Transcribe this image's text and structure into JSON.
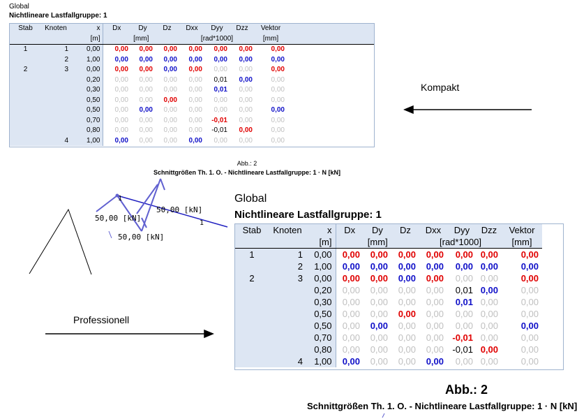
{
  "headers": {
    "row1": [
      "Stab",
      "Knoten",
      "x",
      "Dx",
      "Dy",
      "Dz",
      "Dxx",
      "Dyy",
      "Dzz",
      "Vektor"
    ],
    "row2_x_unit": "[m]",
    "row2_mm": "[mm]",
    "row2_rad": "[rad*1000]",
    "row2_mm2": "[mm]"
  },
  "compact": {
    "title": "Global",
    "subtitle": "Nichtlineare Lastfallgruppe: 1"
  },
  "professional": {
    "title": "Global",
    "subtitle": "Nichtlineare Lastfallgruppe: 1"
  },
  "rows": [
    {
      "stab": "1",
      "knoten": "1",
      "x": "0,00",
      "v": [
        [
          "0,00",
          "red"
        ],
        [
          "0,00",
          "red"
        ],
        [
          "0,00",
          "red"
        ],
        [
          "0,00",
          "red"
        ],
        [
          "0,00",
          "red"
        ],
        [
          "0,00",
          "red"
        ],
        [
          "0,00",
          "red"
        ]
      ]
    },
    {
      "stab": "",
      "knoten": "2",
      "x": "1,00",
      "v": [
        [
          "0,00",
          "blue"
        ],
        [
          "0,00",
          "blue"
        ],
        [
          "0,00",
          "blue"
        ],
        [
          "0,00",
          "blue"
        ],
        [
          "0,00",
          "blue"
        ],
        [
          "0,00",
          "blue"
        ],
        [
          "0,00",
          "blue"
        ]
      ]
    },
    {
      "stab": "2",
      "knoten": "3",
      "x": "0,00",
      "v": [
        [
          "0,00",
          "red"
        ],
        [
          "0,00",
          "red"
        ],
        [
          "0,00",
          "blue"
        ],
        [
          "0,00",
          "red"
        ],
        [
          "0,00",
          "gray"
        ],
        [
          "0,00",
          "gray"
        ],
        [
          "0,00",
          "red"
        ]
      ]
    },
    {
      "stab": "",
      "knoten": "",
      "x": "0,20",
      "v": [
        [
          "0,00",
          "gray"
        ],
        [
          "0,00",
          "gray"
        ],
        [
          "0,00",
          "gray"
        ],
        [
          "0,00",
          "gray"
        ],
        [
          "0,01",
          "blk"
        ],
        [
          "0,00",
          "blue"
        ],
        [
          "0,00",
          "gray"
        ]
      ]
    },
    {
      "stab": "",
      "knoten": "",
      "x": "0,30",
      "v": [
        [
          "0,00",
          "gray"
        ],
        [
          "0,00",
          "gray"
        ],
        [
          "0,00",
          "gray"
        ],
        [
          "0,00",
          "gray"
        ],
        [
          "0,01",
          "blue"
        ],
        [
          "0,00",
          "gray"
        ],
        [
          "0,00",
          "gray"
        ]
      ]
    },
    {
      "stab": "",
      "knoten": "",
      "x": "0,50",
      "v": [
        [
          "0,00",
          "gray"
        ],
        [
          "0,00",
          "gray"
        ],
        [
          "0,00",
          "red"
        ],
        [
          "0,00",
          "gray"
        ],
        [
          "0,00",
          "gray"
        ],
        [
          "0,00",
          "gray"
        ],
        [
          "0,00",
          "gray"
        ]
      ]
    },
    {
      "stab": "",
      "knoten": "",
      "x": "0,50",
      "v": [
        [
          "0,00",
          "gray"
        ],
        [
          "0,00",
          "blue"
        ],
        [
          "0,00",
          "gray"
        ],
        [
          "0,00",
          "gray"
        ],
        [
          "0,00",
          "gray"
        ],
        [
          "0,00",
          "gray"
        ],
        [
          "0,00",
          "blue"
        ]
      ]
    },
    {
      "stab": "",
      "knoten": "",
      "x": "0,70",
      "v": [
        [
          "0,00",
          "gray"
        ],
        [
          "0,00",
          "gray"
        ],
        [
          "0,00",
          "gray"
        ],
        [
          "0,00",
          "gray"
        ],
        [
          "-0,01",
          "red"
        ],
        [
          "0,00",
          "gray"
        ],
        [
          "0,00",
          "gray"
        ]
      ]
    },
    {
      "stab": "",
      "knoten": "",
      "x": "0,80",
      "v": [
        [
          "0,00",
          "gray"
        ],
        [
          "0,00",
          "gray"
        ],
        [
          "0,00",
          "gray"
        ],
        [
          "0,00",
          "gray"
        ],
        [
          "-0,01",
          "blk"
        ],
        [
          "0,00",
          "red"
        ],
        [
          "0,00",
          "gray"
        ]
      ]
    },
    {
      "stab": "",
      "knoten": "4",
      "x": "1,00",
      "v": [
        [
          "0,00",
          "blue"
        ],
        [
          "0,00",
          "gray"
        ],
        [
          "0,00",
          "gray"
        ],
        [
          "0,00",
          "blue"
        ],
        [
          "0,00",
          "gray"
        ],
        [
          "0,00",
          "gray"
        ],
        [
          "0,00",
          "gray"
        ]
      ]
    }
  ],
  "figure_small": {
    "abb": "Abb.: 2",
    "caption": "Schnittgrößen Th. 1. O. - Nichtlineare Lastfallgruppe: 1 · N [kN]",
    "load_labels": [
      "50,00 [kN]",
      "50,00 [kN]",
      "50,00 [kN]"
    ],
    "node_labels": [
      "1",
      "1"
    ]
  },
  "figure_big": {
    "abb": "Abb.: 2",
    "caption": "Schnittgrößen Th. 1. O. - Nichtlineare Lastfallgruppe: 1 · N [kN]"
  },
  "annotations": {
    "kompakt": "Kompakt",
    "professionell": "Professionell"
  },
  "colors": {
    "header_bg": "#dde6f3",
    "red": "#e00000",
    "blue": "#1010c8",
    "gray": "#c0c0c0",
    "member": "#2020c0"
  }
}
